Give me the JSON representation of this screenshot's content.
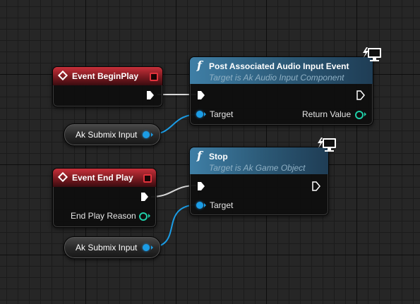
{
  "nodes": {
    "begin_play": {
      "title": "Event BeginPlay"
    },
    "post_event": {
      "title": "Post Associated Audio Input Event",
      "subtitle": "Target is Ak Audio Input Component",
      "target_label": "Target",
      "return_label": "Return Value"
    },
    "submix_1": {
      "label": "Ak Submix Input"
    },
    "end_play": {
      "title": "Event End Play",
      "reason_label": "End Play Reason"
    },
    "stop": {
      "title": "Stop",
      "subtitle": "Target is Ak Game Object",
      "target_label": "Target"
    },
    "submix_2": {
      "label": "Ak Submix Input"
    }
  },
  "icons": {
    "event": "diamond-event-icon",
    "function": "function-f-icon",
    "exec": "exec-arrow-icon",
    "network": "monitor-lightning-icon"
  },
  "colors": {
    "event_header": "#c8303a",
    "function_header": "#3f7fa6",
    "object_pin": "#1b9de6",
    "enum_pin": "#1fcfa8",
    "exec_wire": "#d8d8d8",
    "object_wire": "#1b9de6"
  },
  "connections": [
    {
      "from": "begin_play.exec_out",
      "to": "post_event.exec_in"
    },
    {
      "from": "submix_1.out",
      "to": "post_event.target"
    },
    {
      "from": "end_play.exec_out",
      "to": "stop.exec_in"
    },
    {
      "from": "submix_2.out",
      "to": "stop.target"
    }
  ]
}
